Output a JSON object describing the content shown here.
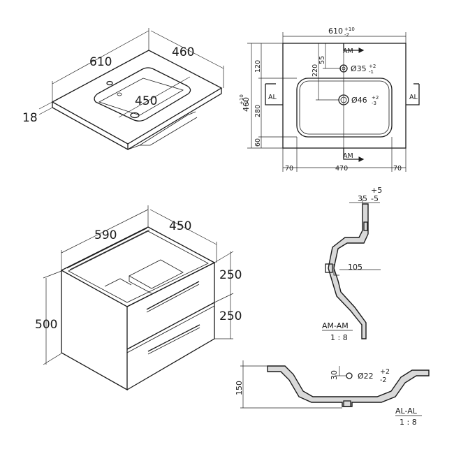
{
  "basin_iso": {
    "width": "610",
    "depth": "460",
    "bowl": "450",
    "thickness": "18"
  },
  "basin_top": {
    "width": "610",
    "width_tol_top": "+10",
    "width_tol_bot": "-2",
    "depth": "460",
    "depth_tol_top": "+10",
    "depth_tol_bot": "-2",
    "left_dims": [
      "120",
      "280",
      "60"
    ],
    "tap_offset": "55",
    "overflow_offset": "220",
    "tap_hole": "Ø35",
    "tap_tol_top": "+2",
    "tap_tol_bot": "-1",
    "waste_hole": "Ø46",
    "waste_tol_top": "+2",
    "waste_tol_bot": "-3",
    "bottom_dims": [
      "70",
      "470",
      "70"
    ],
    "section_am": "AM",
    "section_al": "AL"
  },
  "cabinet": {
    "width": "590",
    "depth": "450",
    "height": "500",
    "drawers": [
      "250",
      "250"
    ]
  },
  "section_am": {
    "rim": "35",
    "rim_tol_top": "+5",
    "rim_tol_bot": "-5",
    "depth": "105",
    "title": "AM-AM",
    "scale": "1 : 8"
  },
  "section_al": {
    "height": "150",
    "offset": "30",
    "hole": "Ø22",
    "hole_tol_top": "+2",
    "hole_tol_bot": "-2",
    "title": "AL-AL",
    "scale": "1 : 8"
  }
}
